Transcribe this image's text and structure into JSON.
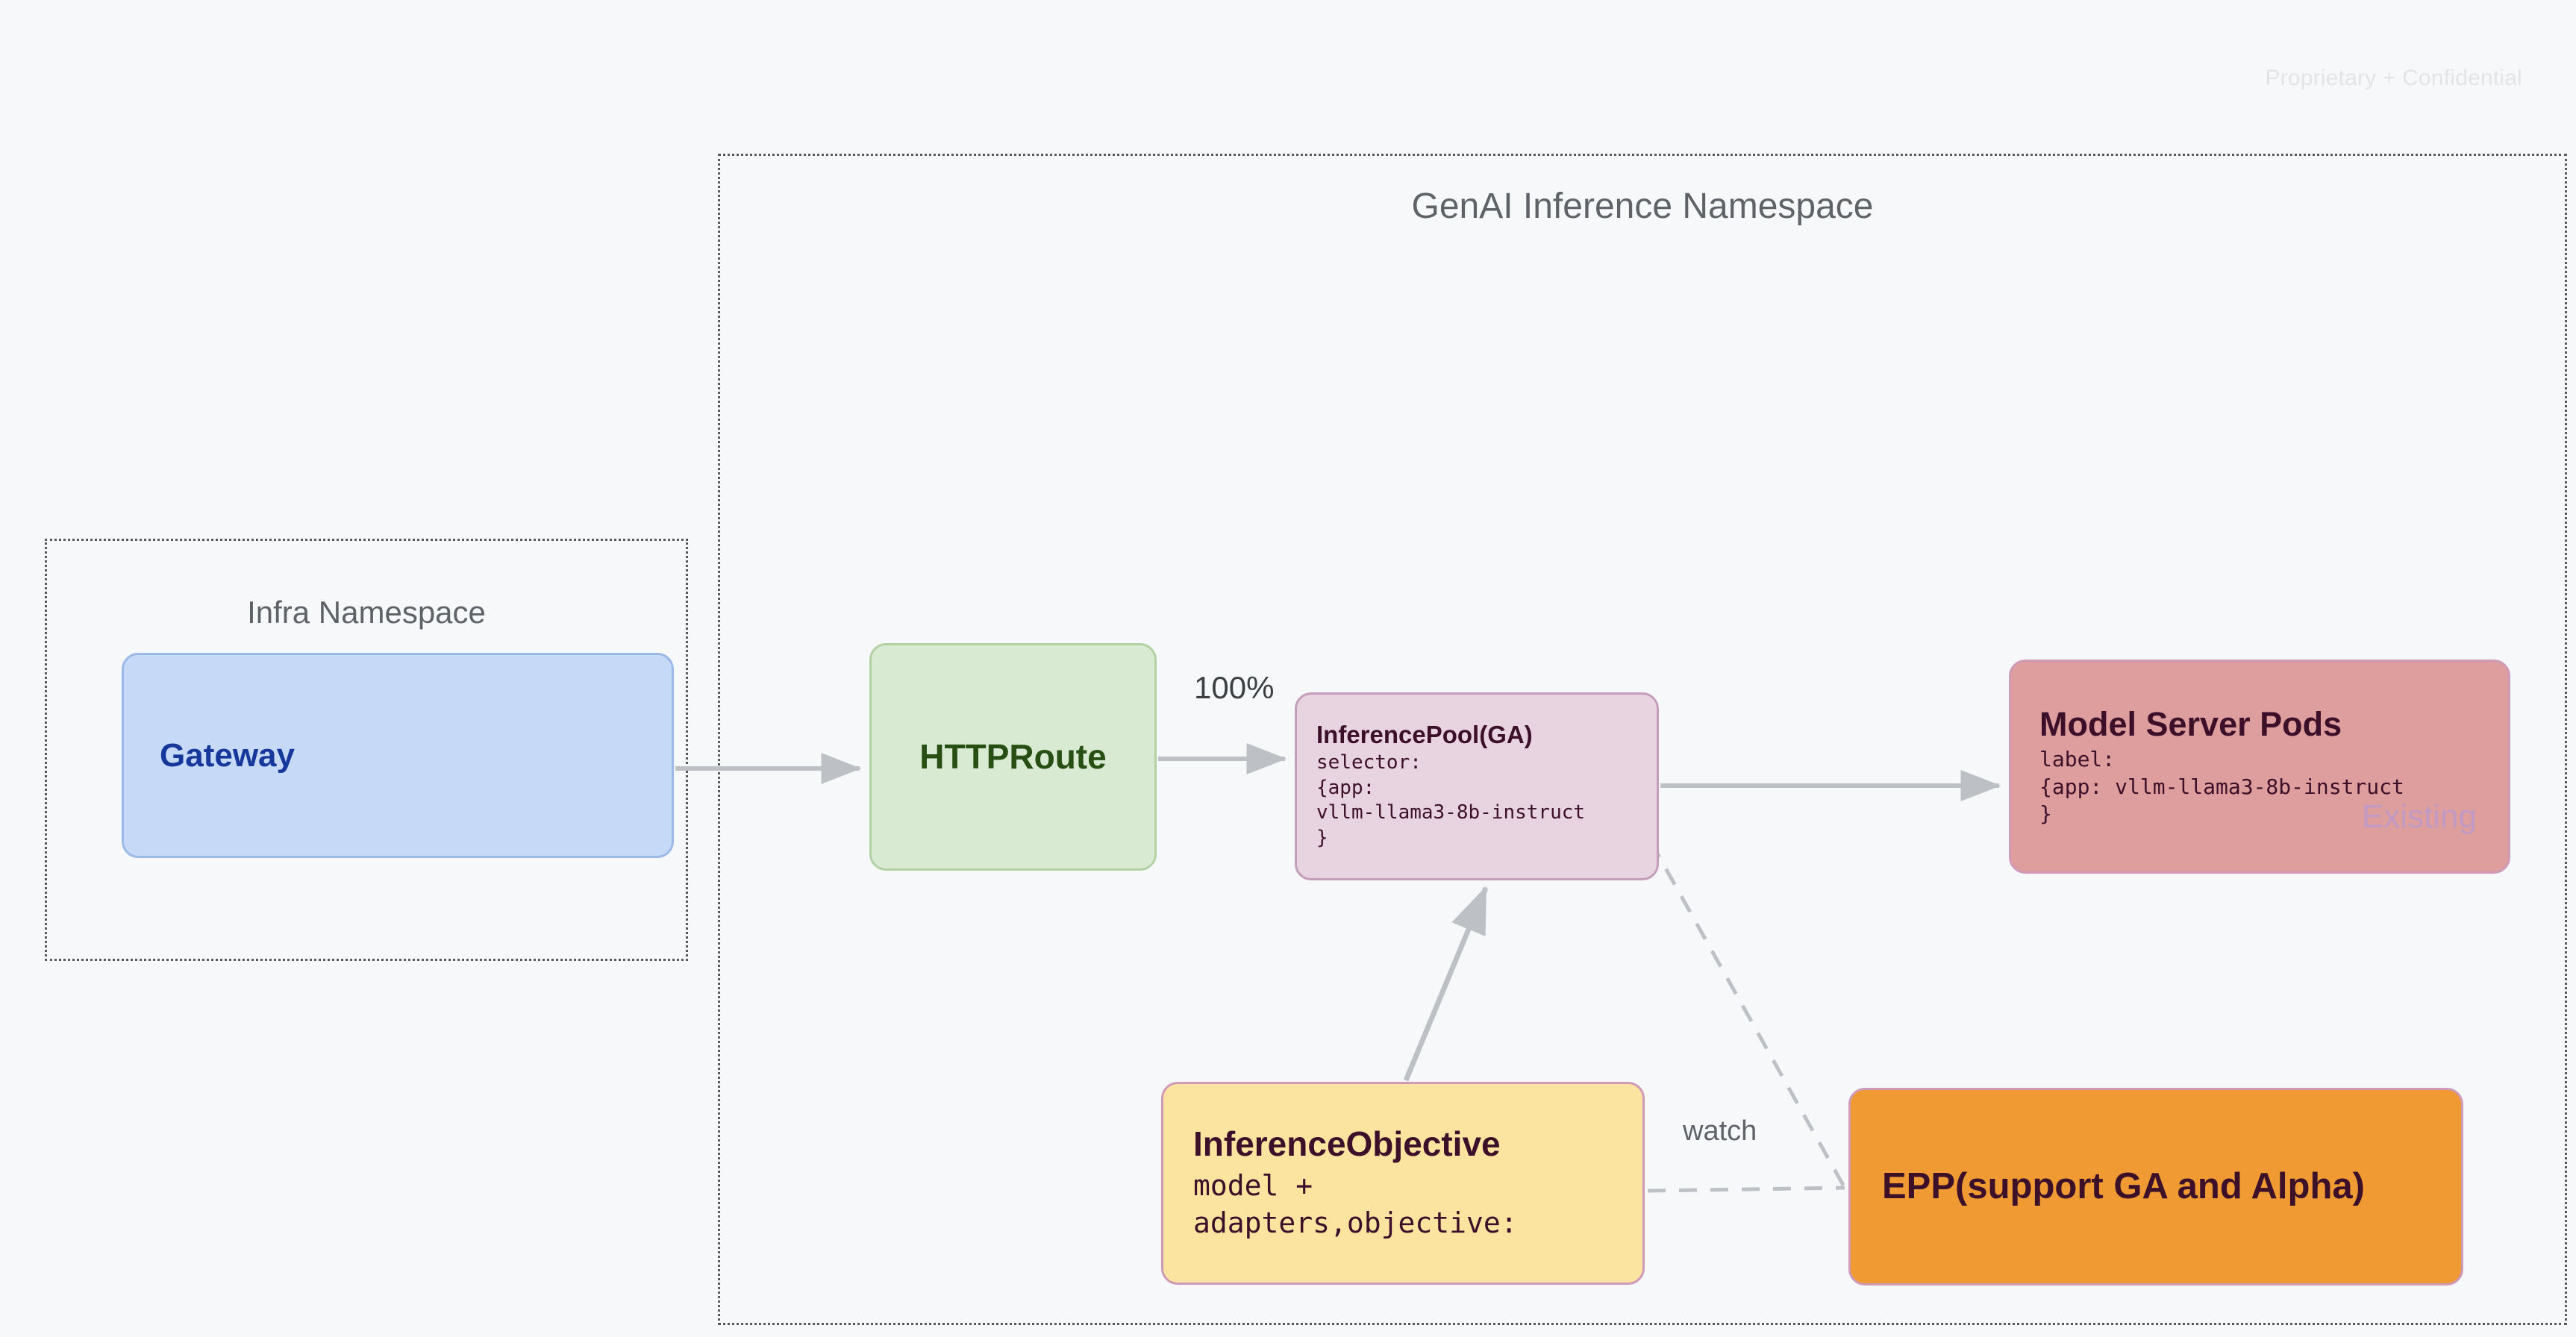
{
  "page": {
    "watermark": "Proprietary + Confidential",
    "background_color": "#f7f8fa"
  },
  "namespaces": [
    {
      "id": "infra",
      "title": "Infra Namespace",
      "border_style": "dotted",
      "border_color": "#58595b"
    },
    {
      "id": "genai",
      "title": "GenAI Inference Namespace",
      "border_style": "dotted",
      "border_color": "#58595b"
    }
  ],
  "nodes": {
    "gateway": {
      "title": "Gateway",
      "fill": "#c6d9f7",
      "border": "#9db9e8",
      "text_color": "#17389b"
    },
    "httproute": {
      "title": "HTTPRoute",
      "fill": "#d9ead3",
      "border": "#b3d2a4",
      "text_color": "#274e13"
    },
    "inference_pool": {
      "title": "InferencePool(GA)",
      "body": "selector:\n{app:\nvllm-llama3-8b-instruct\n}",
      "fill": "#e8d3e0",
      "border": "#c49dba",
      "text_color": "#3d1029"
    },
    "model_server_pods": {
      "title": "Model Server Pods",
      "body": "label:\n{app: vllm-llama3-8b-instruct\n}",
      "badge": "Existing",
      "fill": "#de9e9e",
      "border": "#cf9ab8",
      "text_color": "#3d1029",
      "badge_color": "#c09ac2"
    },
    "inference_objective": {
      "title": "InferenceObjective",
      "body": "model +\nadapters,objective:",
      "fill": "#fbe3a0",
      "border": "#cf9ab8",
      "text_color": "#3d1029"
    },
    "epp": {
      "title": "EPP(support GA and Alpha)",
      "fill": "#ef9a33",
      "border": "#cf9ab8",
      "text_color": "#3d1029"
    }
  },
  "edges": [
    {
      "id": "gateway-to-httproute",
      "from": "gateway",
      "to": "httproute",
      "style": "solid",
      "label": ""
    },
    {
      "id": "httproute-to-inference-pool",
      "from": "httproute",
      "to": "inference_pool",
      "style": "solid",
      "label": "100%"
    },
    {
      "id": "inference-pool-to-model-server-pods",
      "from": "inference_pool",
      "to": "model_server_pods",
      "style": "solid",
      "label": ""
    },
    {
      "id": "inference-objective-to-inference-pool",
      "from": "inference_objective",
      "to": "inference_pool",
      "style": "solid",
      "label": ""
    },
    {
      "id": "inference-pool-to-epp",
      "from": "inference_pool",
      "to": "epp",
      "style": "dashed",
      "label": ""
    },
    {
      "id": "inference-objective-to-epp",
      "from": "inference_objective",
      "to": "epp",
      "style": "dashed",
      "label": "watch"
    }
  ],
  "edge_labels": {
    "traffic_weight": "100%",
    "watch": "watch"
  },
  "colors": {
    "arrow": "#bdc1c6",
    "namespace_border": "#58595b",
    "namespace_title": "#5f6368"
  }
}
